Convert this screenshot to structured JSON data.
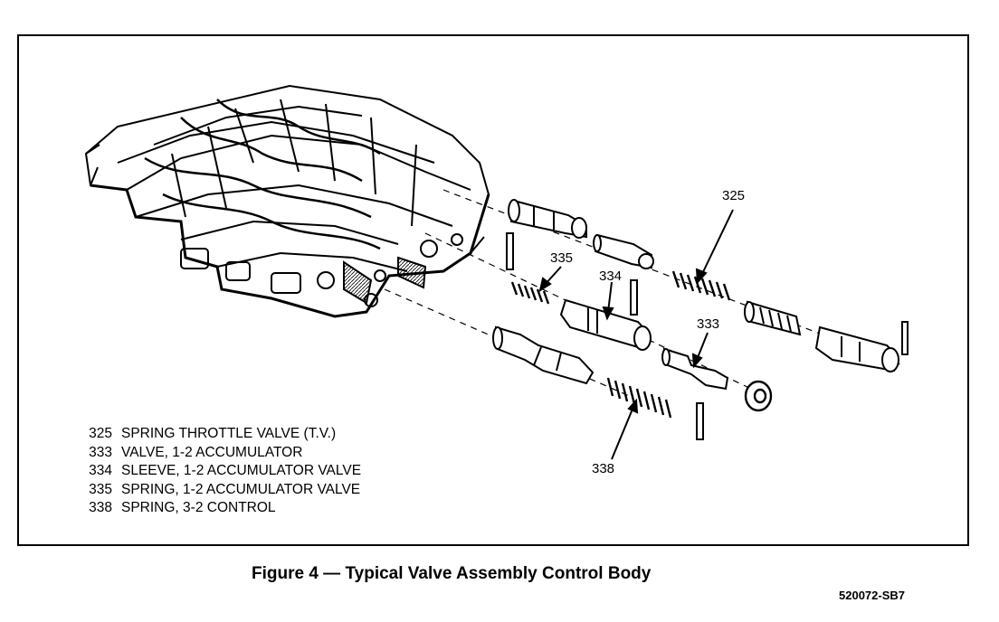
{
  "callouts": {
    "c325": "325",
    "c335": "335",
    "c334": "334",
    "c333": "333",
    "c338": "338"
  },
  "legend": [
    {
      "number": "325",
      "text": "SPRING THROTTLE VALVE (T.V.)"
    },
    {
      "number": "333",
      "text": "VALVE, 1-2 ACCUMULATOR"
    },
    {
      "number": "334",
      "text": "SLEEVE, 1-2 ACCUMULATOR VALVE"
    },
    {
      "number": "335",
      "text": "SPRING, 1-2 ACCUMULATOR VALVE"
    },
    {
      "number": "338",
      "text": "SPRING, 3-2 CONTROL"
    }
  ],
  "caption": "Figure 4 — Typical Valve Assembly Control Body",
  "figure_code": "520072-SB7"
}
